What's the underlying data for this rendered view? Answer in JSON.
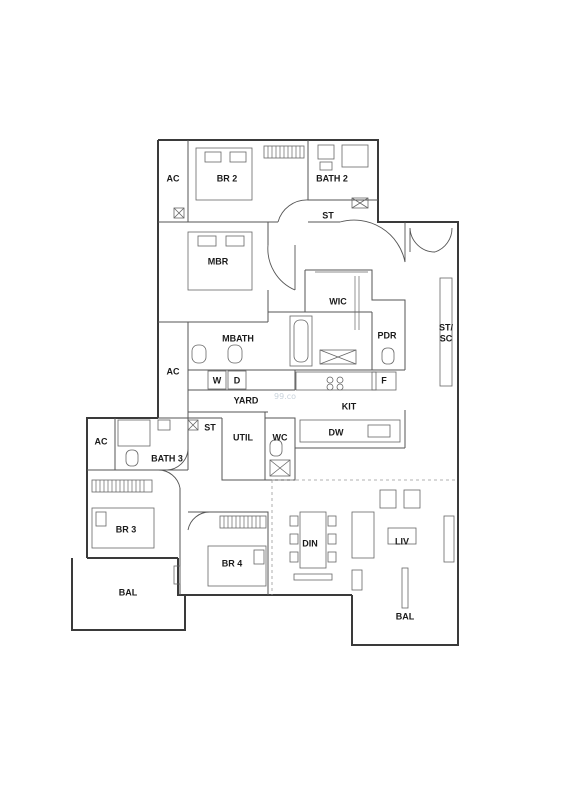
{
  "rooms": {
    "ac_top": "AC",
    "br2": "BR 2",
    "bath2": "BATH 2",
    "st_top": "ST",
    "mbr": "MBR",
    "wic": "WIC",
    "pdr": "PDR",
    "st_sc_line1": "ST/",
    "st_sc_line2": "SC",
    "mbath": "MBATH",
    "ac_mid": "AC",
    "w": "W",
    "d": "D",
    "f": "F",
    "yard": "YARD",
    "kit": "KIT",
    "ac_left": "AC",
    "st_mid": "ST",
    "bath3": "BATH 3",
    "util": "UTIL",
    "wc": "WC",
    "dw": "DW",
    "br3": "BR 3",
    "br4": "BR 4",
    "din": "DIN",
    "liv": "LIV",
    "bal_left": "BAL",
    "bal_right": "BAL"
  },
  "watermark": "99.co"
}
